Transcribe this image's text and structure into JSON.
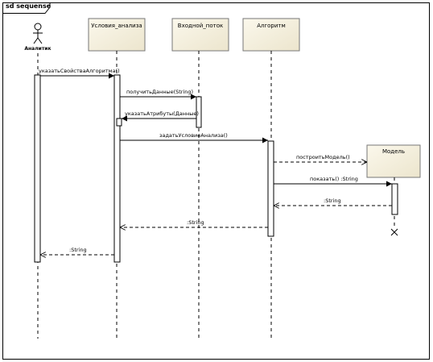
{
  "frame": {
    "title": "sd sequense"
  },
  "actor": {
    "name": "Аналитик"
  },
  "lifelines": [
    {
      "label": "Условия_анализа"
    },
    {
      "label": "Входной_поток"
    },
    {
      "label": "Алгоритм"
    },
    {
      "label": "Модель"
    }
  ],
  "messages": [
    {
      "text": "указатьСвойстваАлгоритма()"
    },
    {
      "text": "получитьДанные(String)"
    },
    {
      "text": "указатьАтрибуты(Данные)"
    },
    {
      "text": "задатьУсловиеАнализа()"
    },
    {
      "text": "построитьМодель()"
    },
    {
      "text": "показать() :String"
    },
    {
      "text": ":String"
    },
    {
      "text": ":String"
    },
    {
      "text": ":String"
    }
  ]
}
